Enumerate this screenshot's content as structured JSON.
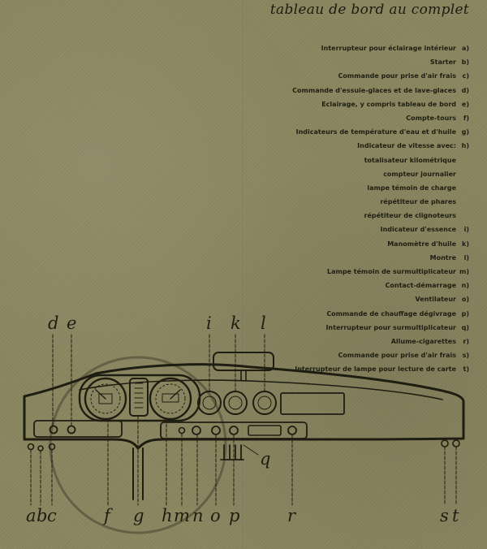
{
  "title": "tableau de bord au complet",
  "legend": [
    {
      "label": "Interrupteur pour éclairage intérieur",
      "letter": "a)"
    },
    {
      "label": "Starter",
      "letter": "b)"
    },
    {
      "label": "Commande pour prise d'air frais",
      "letter": "c)"
    },
    {
      "label": "Commande d'essuie-glaces et de lave-glaces",
      "letter": "d)"
    },
    {
      "label": "Eclairage, y compris tableau de bord",
      "letter": "e)"
    },
    {
      "label": "Compte-tours",
      "letter": "f)"
    },
    {
      "label": "Indicateurs de température d'eau et d'huile",
      "letter": "g)"
    },
    {
      "label": "Indicateur de vitesse avec:",
      "letter": "h)"
    },
    {
      "label": "totalisateur kilométrique",
      "letter": ""
    },
    {
      "label": "compteur journalier",
      "letter": ""
    },
    {
      "label": "lampe témoin de charge",
      "letter": ""
    },
    {
      "label": "répétiteur de phares",
      "letter": ""
    },
    {
      "label": "répétiteur de clignoteurs",
      "letter": ""
    },
    {
      "label": "Indicateur d'essence",
      "letter": "i)"
    },
    {
      "label": "Manomètre d'huile",
      "letter": "k)"
    },
    {
      "label": "Montre",
      "letter": "l)"
    },
    {
      "label": "Lampe témoin de surmultiplicateur",
      "letter": "m)"
    },
    {
      "label": "Contact-démarrage",
      "letter": "n)"
    },
    {
      "label": "Ventilateur",
      "letter": "o)"
    },
    {
      "label": "Commande de chauffage dégivrage",
      "letter": "p)"
    },
    {
      "label": "Interrupteur pour surmultiplicateur",
      "letter": "q)"
    },
    {
      "label": "Allume-cigarettes",
      "letter": "r)"
    },
    {
      "label": "Commande pour prise d'air frais",
      "letter": "s)"
    },
    {
      "label": "Interrupteur de lampe pour lecture de carte",
      "letter": "t)"
    }
  ],
  "callouts": {
    "top": [
      "d",
      "e",
      "i",
      "k",
      "l"
    ],
    "q": "q",
    "bottom": [
      "a",
      "b",
      "c",
      "f",
      "g",
      "h",
      "m",
      "n",
      "o",
      "p",
      "r",
      "s",
      "t"
    ]
  }
}
